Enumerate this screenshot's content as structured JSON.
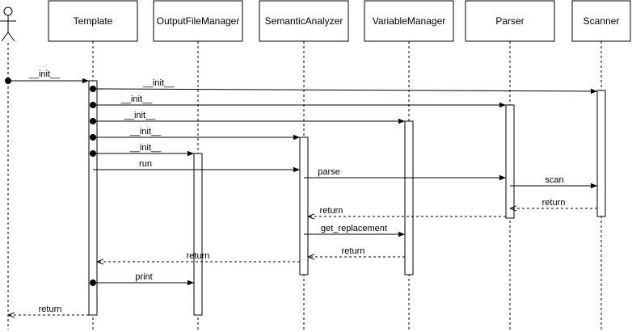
{
  "participants": [
    {
      "id": "actor",
      "label": ""
    },
    {
      "id": "template",
      "label": "Template"
    },
    {
      "id": "output",
      "label": "OutputFileManager"
    },
    {
      "id": "semantic",
      "label": "SemanticAnalyzer"
    },
    {
      "id": "variable",
      "label": "VariableManager"
    },
    {
      "id": "parser",
      "label": "Parser"
    },
    {
      "id": "scanner",
      "label": "Scanner"
    }
  ],
  "messages": [
    {
      "label": "__init__",
      "kind": "create"
    },
    {
      "label": "__init__",
      "kind": "create"
    },
    {
      "label": "__init__",
      "kind": "create"
    },
    {
      "label": "__init__",
      "kind": "create"
    },
    {
      "label": "__init__",
      "kind": "create"
    },
    {
      "label": "__init__",
      "kind": "create"
    },
    {
      "label": "run",
      "kind": "call"
    },
    {
      "label": "parse",
      "kind": "call"
    },
    {
      "label": "scan",
      "kind": "call"
    },
    {
      "label": "return",
      "kind": "return"
    },
    {
      "label": "return",
      "kind": "return"
    },
    {
      "label": "get_replacement",
      "kind": "call"
    },
    {
      "label": "return",
      "kind": "return"
    },
    {
      "label": "return",
      "kind": "return"
    },
    {
      "label": "print",
      "kind": "call"
    },
    {
      "label": "return",
      "kind": "return"
    }
  ]
}
